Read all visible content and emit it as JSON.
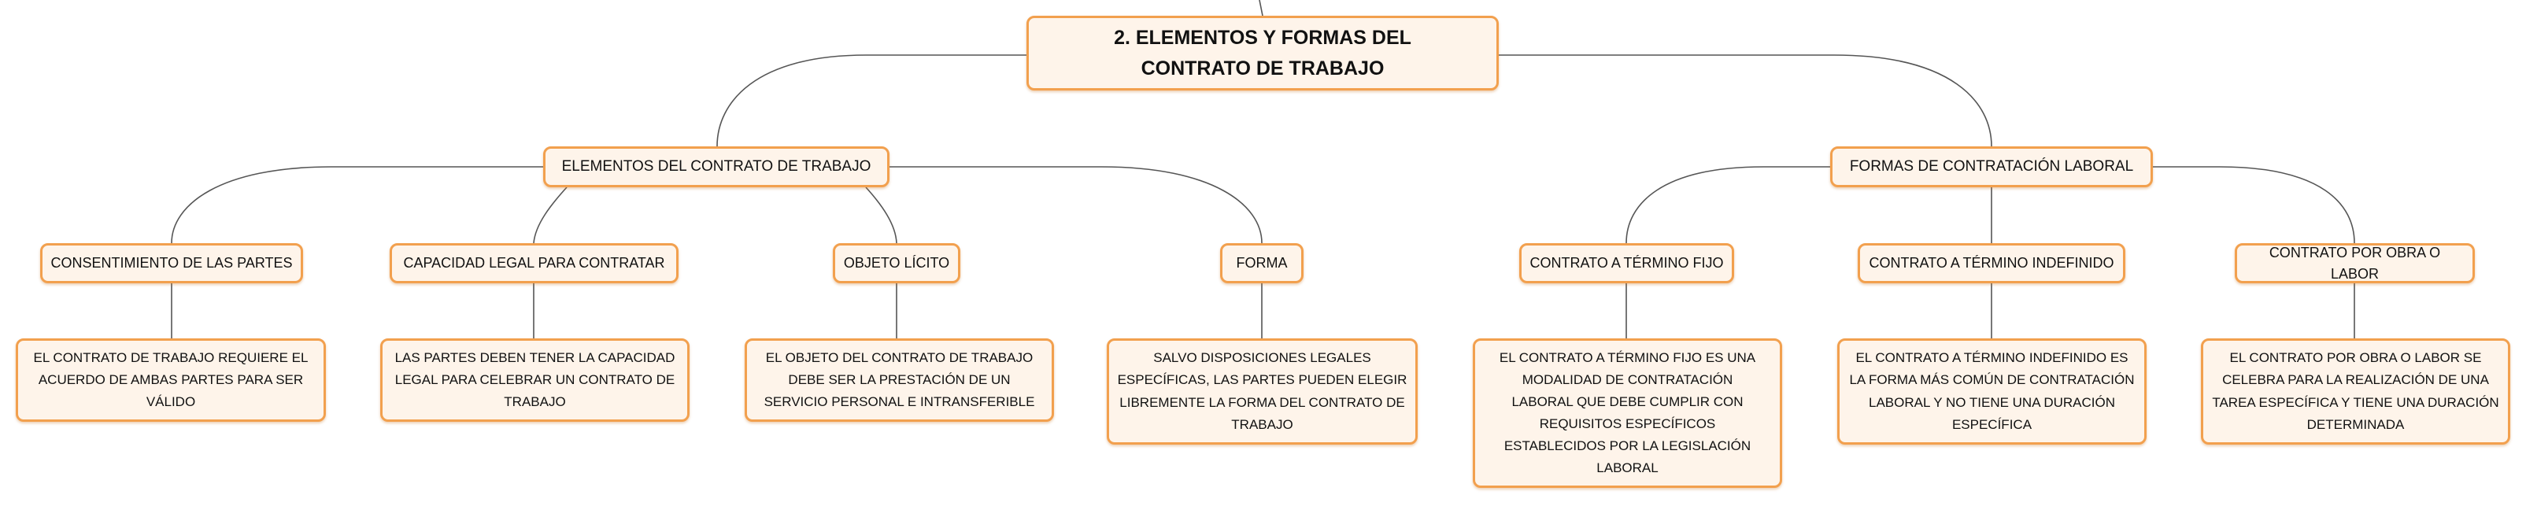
{
  "root": {
    "label": "2. ELEMENTOS Y FORMAS DEL CONTRATO DE TRABAJO"
  },
  "branches": [
    {
      "label": "ELEMENTOS DEL CONTRATO DE TRABAJO",
      "children": [
        {
          "label": "CONSENTIMIENTO DE LAS PARTES",
          "detail": "EL CONTRATO DE TRABAJO REQUIERE EL ACUERDO DE AMBAS PARTES PARA SER VÁLIDO"
        },
        {
          "label": "CAPACIDAD LEGAL PARA CONTRATAR",
          "detail": "LAS PARTES DEBEN TENER LA CAPACIDAD LEGAL PARA CELEBRAR UN CONTRATO DE TRABAJO"
        },
        {
          "label": "OBJETO LÍCITO",
          "detail": "EL OBJETO DEL CONTRATO DE TRABAJO DEBE SER LA PRESTACIÓN DE UN SERVICIO PERSONAL E INTRANSFERIBLE"
        },
        {
          "label": "FORMA",
          "detail": "SALVO DISPOSICIONES LEGALES ESPECÍFICAS, LAS PARTES PUEDEN ELEGIR LIBREMENTE LA FORMA DEL CONTRATO DE TRABAJO"
        }
      ]
    },
    {
      "label": "FORMAS DE CONTRATACIÓN LABORAL",
      "children": [
        {
          "label": "CONTRATO A TÉRMINO FIJO",
          "detail": "EL CONTRATO A TÉRMINO FIJO ES UNA MODALIDAD DE CONTRATACIÓN LABORAL QUE DEBE CUMPLIR CON REQUISITOS ESPECÍFICOS ESTABLECIDOS POR LA LEGISLACIÓN LABORAL"
        },
        {
          "label": "CONTRATO A TÉRMINO INDEFINIDO",
          "detail": "EL CONTRATO A TÉRMINO INDEFINIDO ES LA FORMA MÁS COMÚN DE CONTRATACIÓN LABORAL Y NO TIENE UNA DURACIÓN ESPECÍFICA"
        },
        {
          "label": "CONTRATO POR OBRA O LABOR",
          "detail": "EL CONTRATO POR OBRA O LABOR SE CELEBRA PARA LA REALIZACIÓN DE UNA TAREA ESPECÍFICA Y TIENE UNA DURACIÓN DETERMINADA"
        }
      ]
    }
  ],
  "colors": {
    "node_fill": "#fef4ea",
    "node_border": "#f2a04e",
    "line": "#555555"
  }
}
